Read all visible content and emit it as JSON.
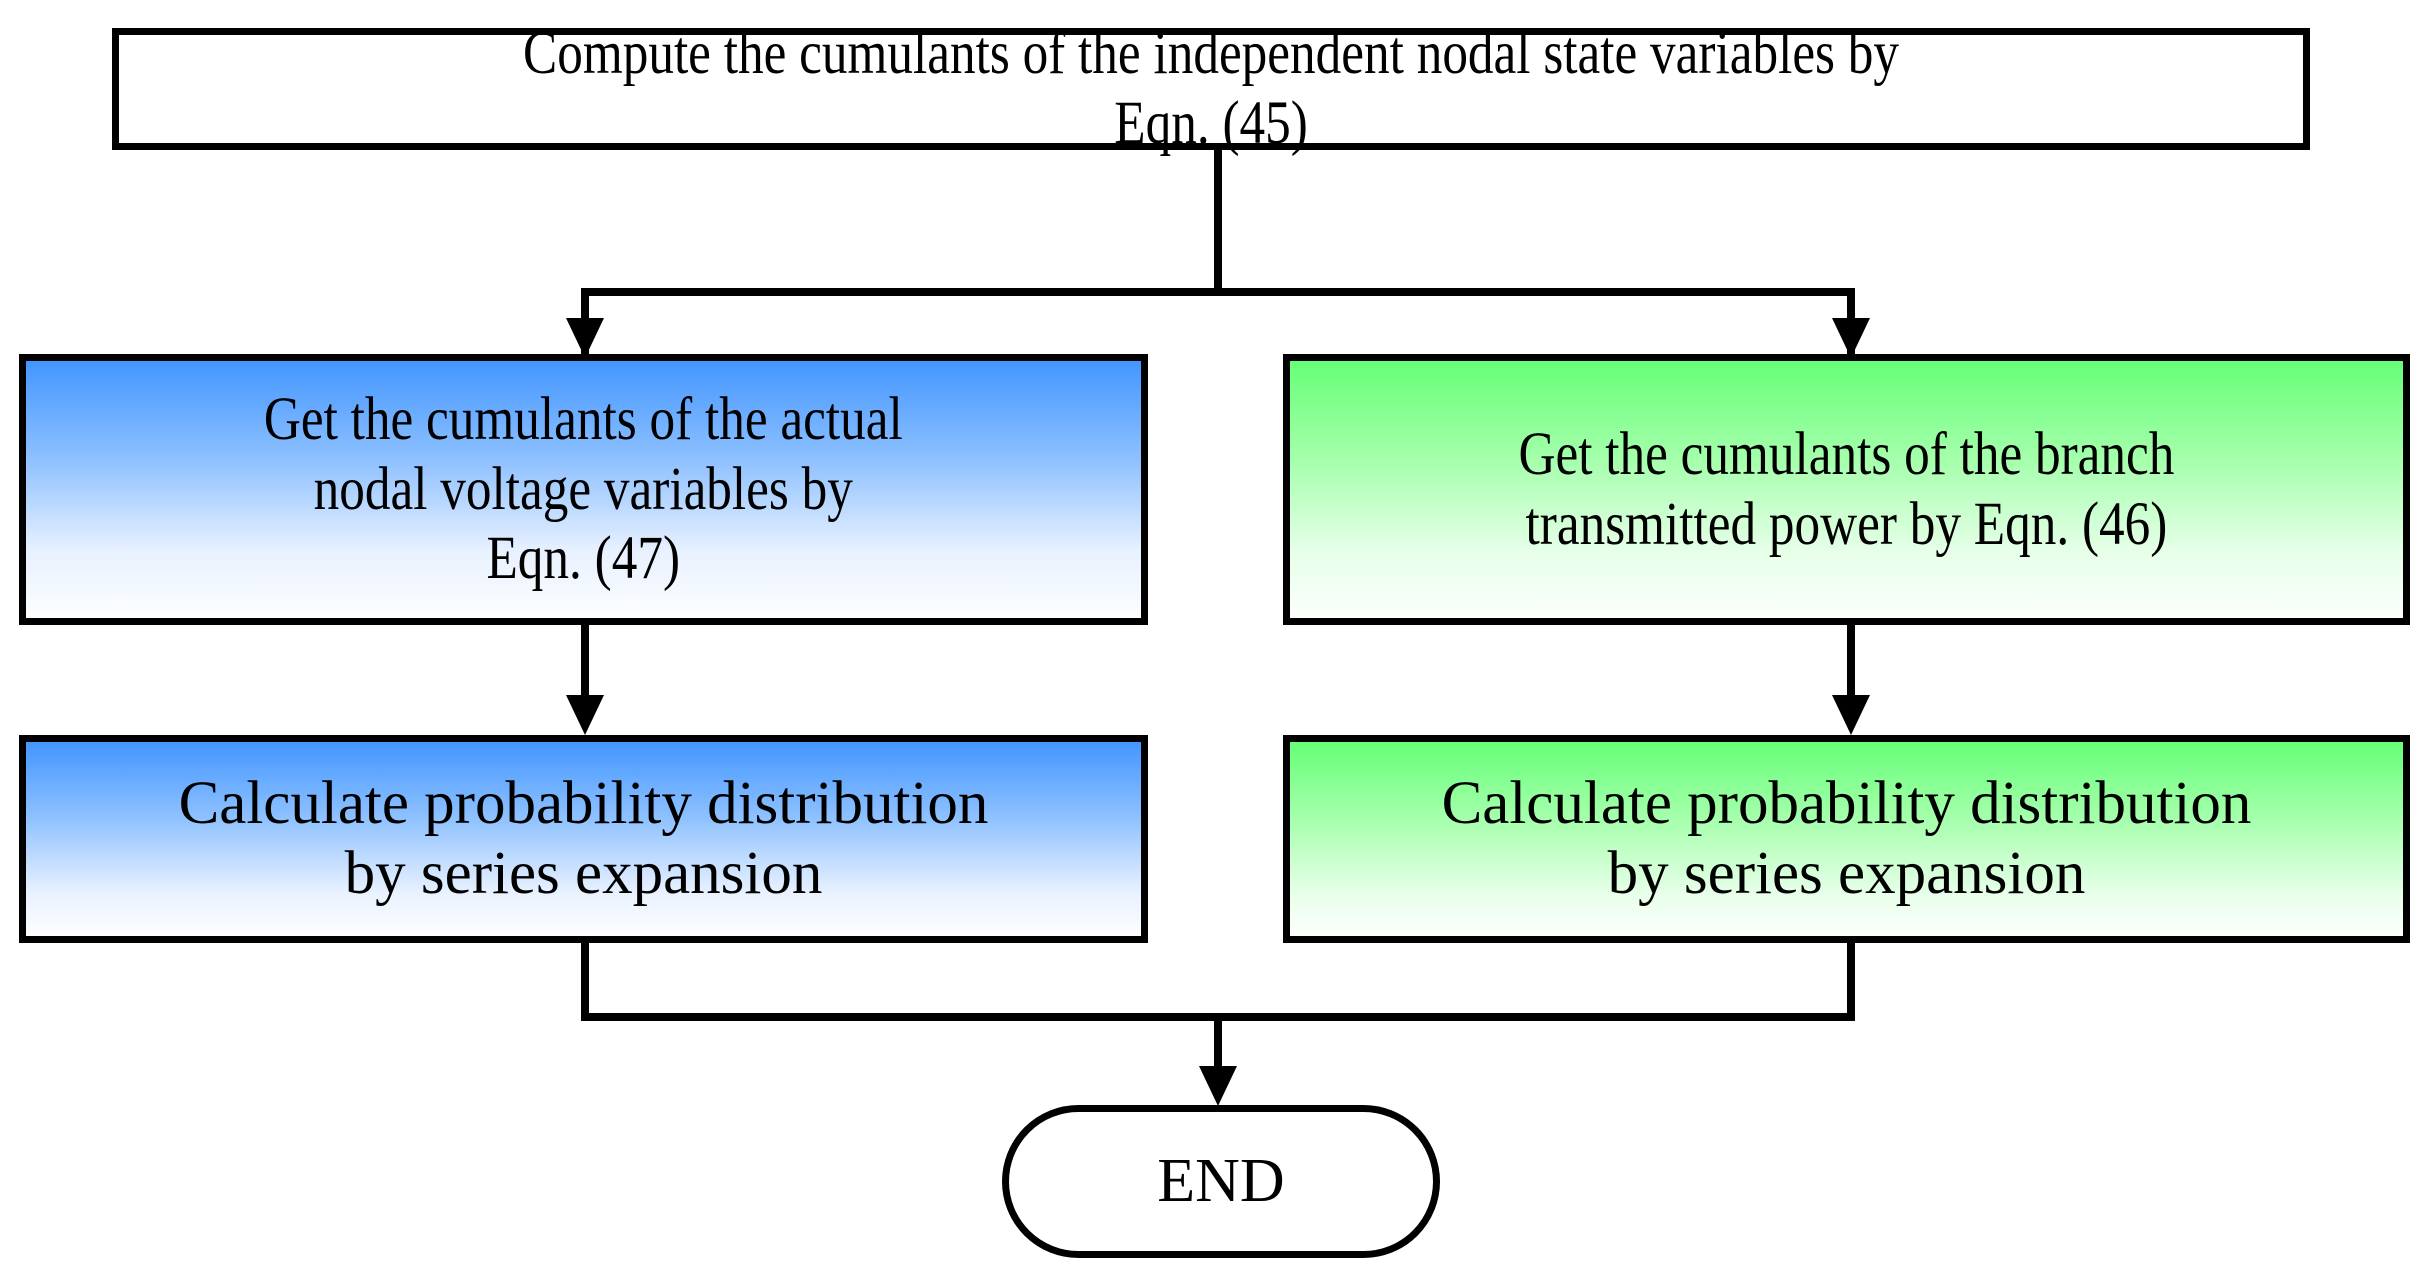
{
  "diagram": {
    "title": "Probabilistic load flow cumulant computation flowchart",
    "type": "flowchart",
    "background_color": "#ffffff",
    "border_color": "#000000",
    "accent_blue": "#4396ff",
    "accent_green": "#66ff77"
  },
  "nodes": {
    "compute_cumulants": {
      "id": "compute-cumulants",
      "shape": "rectangle",
      "fill": "#ffffff",
      "line1": "Compute the cumulants of the independent nodal state variables by",
      "line2": "Eqn. (45)"
    },
    "get_nodal_voltage": {
      "id": "get-nodal-voltage",
      "shape": "rectangle",
      "fill": "#4396ff",
      "line1": "Get the cumulants of the actual",
      "line2": "nodal voltage variables by",
      "line3": "Eqn. (47)"
    },
    "get_branch_power": {
      "id": "get-branch-power",
      "shape": "rectangle",
      "fill": "#66ff77",
      "line1": "Get the cumulants of the branch",
      "line2": "transmitted power by Eqn. (46)"
    },
    "calc_distribution_blue": {
      "id": "calculate-probability-distribution-voltage",
      "shape": "rectangle",
      "fill": "#4396ff",
      "line1": "Calculate probability distribution",
      "line2": "by series expansion"
    },
    "calc_distribution_green": {
      "id": "calculate-probability-distribution-power",
      "shape": "rectangle",
      "fill": "#66ff77",
      "line1": "Calculate probability distribution",
      "line2": "by series expansion"
    },
    "end": {
      "id": "end-terminator",
      "shape": "stadium",
      "fill": "#ffffff",
      "label": "END"
    }
  },
  "connectors": [
    {
      "name": "compute-to-fork",
      "from": "compute_cumulants",
      "to": "fork",
      "style": "line"
    },
    {
      "name": "fork-to-voltage",
      "from": "fork",
      "to": "get_nodal_voltage",
      "style": "arrow"
    },
    {
      "name": "fork-to-branch",
      "from": "fork",
      "to": "get_branch_power",
      "style": "arrow"
    },
    {
      "name": "voltage-to-distribution",
      "from": "get_nodal_voltage",
      "to": "calc_distribution_blue",
      "style": "arrow"
    },
    {
      "name": "branch-to-distribution",
      "from": "get_branch_power",
      "to": "calc_distribution_green",
      "style": "arrow"
    },
    {
      "name": "distribution-blue-to-merge",
      "from": "calc_distribution_blue",
      "to": "merge",
      "style": "line"
    },
    {
      "name": "distribution-green-to-merge",
      "from": "calc_distribution_green",
      "to": "merge",
      "style": "line"
    },
    {
      "name": "merge-to-end",
      "from": "merge",
      "to": "end",
      "style": "arrow"
    }
  ]
}
